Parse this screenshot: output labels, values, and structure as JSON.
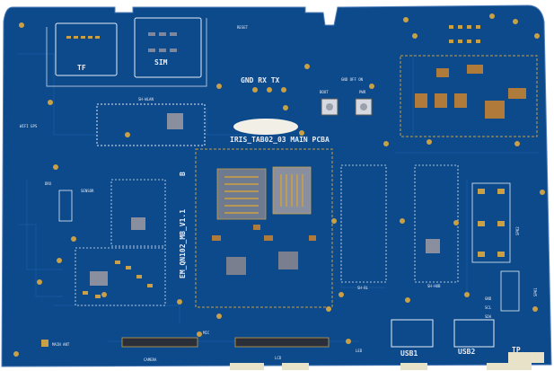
{
  "colors": {
    "background": "#ffffff",
    "board": "#0c4a8c",
    "board_dark": "#083a70",
    "silkscreen": "#e8ecf4",
    "pad_gold": "#c9a045",
    "pad_copper": "#b07a3a",
    "chip": "#8a8fa0"
  },
  "labels": {
    "tf": "TF",
    "sim": "SIM",
    "sh_wlan": "SH-WLAN",
    "gnd_rx_tx": "GND RX TX",
    "reset": "RESET",
    "boot": "BOOT",
    "pwr": "PWR",
    "gnd_off_on": "GND OFF ON",
    "board_title": "IRIS_TAB02_03 MAIN PCBA",
    "wifi_gps": "WIFI GPS",
    "drx": "DRX",
    "sensor": "SENSOR",
    "mb_version": "EM_QN102_MB_V1.1",
    "mb_variant": "B",
    "sh_bl": "SH-BL",
    "sh_hub": "SH-HUB",
    "spk2": "SPK2",
    "spk1": "SPK1",
    "gnd": "GND",
    "scl": "SCL",
    "sda": "SDA",
    "main_ant": "MAIN ANT",
    "camera": "CAMERA",
    "lcd": "LCD",
    "mic": "MIC",
    "led": "LED",
    "usb1": "USB1",
    "usb2": "USB2",
    "tp": "TP"
  }
}
